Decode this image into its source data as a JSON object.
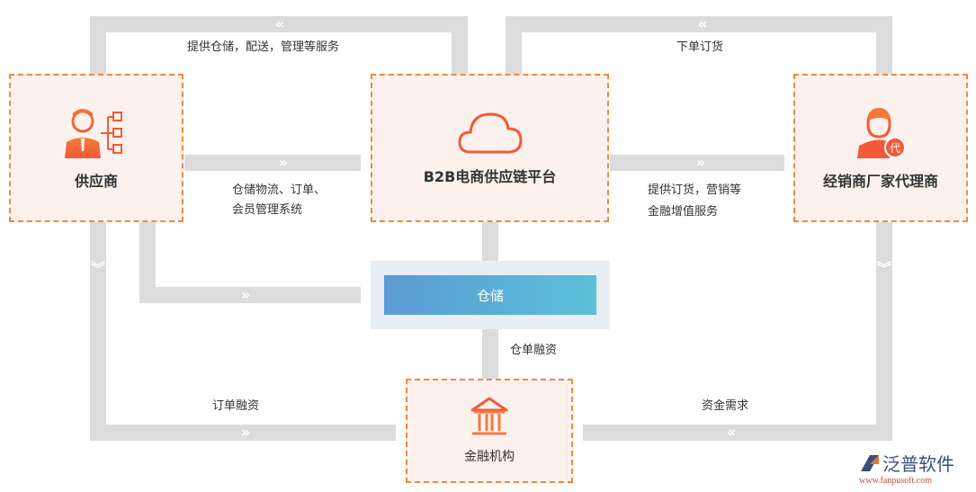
{
  "nodes": {
    "supplier": "供应商",
    "platform": "B2B电商供应链平台",
    "dealer": "经销商厂家代理商",
    "warehouse": "仓储",
    "finance": "金融机构"
  },
  "flows": {
    "platform_to_supplier": "提供仓储，配送，管理等服务",
    "dealer_to_platform": "下单订货",
    "supplier_platform_1": "仓储物流、订单、",
    "supplier_platform_2": "会员管理系统",
    "platform_dealer_1": "提供订货，营销等",
    "platform_dealer_2": "金融增值服务",
    "warehouse_finance": "仓单融资",
    "order_finance": "订单融资",
    "capital_demand": "资金需求"
  },
  "arrows": {
    "left": "«",
    "right": "»",
    "down": "︾"
  },
  "logo": {
    "name": "泛普软件",
    "url": "www.fanpusoft.com"
  },
  "colors": {
    "accent": "#ee8a3e",
    "bar": "#dcdcdc",
    "warehouse_start": "#5b9bd5",
    "warehouse_end": "#5bc0d8"
  }
}
